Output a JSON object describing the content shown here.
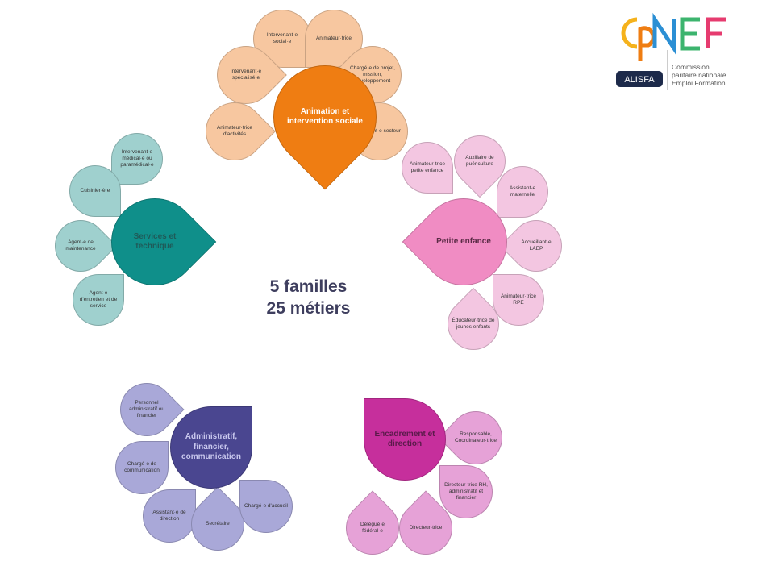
{
  "center": {
    "line1": "5 familles",
    "line2": "25 métiers"
  },
  "logo": {
    "letters": [
      "C",
      "P",
      "N",
      "E",
      "F"
    ],
    "badge": "ALISFA",
    "caption": [
      "Commission",
      "paritaire nationale",
      "Emploi Formation"
    ]
  },
  "families": [
    {
      "id": "animation",
      "name": "Animation et intervention sociale",
      "main_color": "#ef7d12",
      "sat_color": "#f7c7a0",
      "text_color": "#ffffff",
      "jobs": [
        "Intervenant·e social·e",
        "Animateur·trice",
        "Intervenant·e spécialisé·e",
        "Chargé·e de projet, mission, développement",
        "Animateur·trice d'activités",
        "Référent·e secteur"
      ]
    },
    {
      "id": "petite-enfance",
      "name": "Petite enfance",
      "main_color": "#f08cc3",
      "sat_color": "#f3c6e1",
      "text_color": "#5a2a45",
      "jobs": [
        "Animateur·trice petite enfance",
        "Auxiliaire de puériculture",
        "Assistant·e maternelle",
        "Accueillant·e LAEP",
        "Animateur·trice RPE",
        "Éducateur·trice de jeunes enfants"
      ]
    },
    {
      "id": "services",
      "name": "Services et technique",
      "main_color": "#0f8f8a",
      "sat_color": "#9fd0ce",
      "text_color": "#1f5a58",
      "jobs": [
        "Intervenant·e médical·e ou paramédical·e",
        "Cuisinier·ère",
        "Agent·e de maintenance",
        "Agent·e d'entretien et de service"
      ]
    },
    {
      "id": "administratif",
      "name": "Administratif, financier, communication",
      "main_color": "#4a4690",
      "sat_color": "#a9a8d8",
      "text_color": "#c9c8ee",
      "jobs": [
        "Personnel administratif ou financier",
        "Chargé·e de communication",
        "Assistant·e de direction",
        "Secrétaire",
        "Chargé·e d'accueil"
      ]
    },
    {
      "id": "encadrement",
      "name": "Encadrement et direction",
      "main_color": "#c62f9c",
      "sat_color": "#e6a2d7",
      "text_color": "#5a1a4a",
      "jobs": [
        "Responsable, Coordinateur·trice",
        "Directeur·trice RH, administratif et financier",
        "Délégué·e fédéral·e",
        "Directeur·trice"
      ]
    }
  ]
}
